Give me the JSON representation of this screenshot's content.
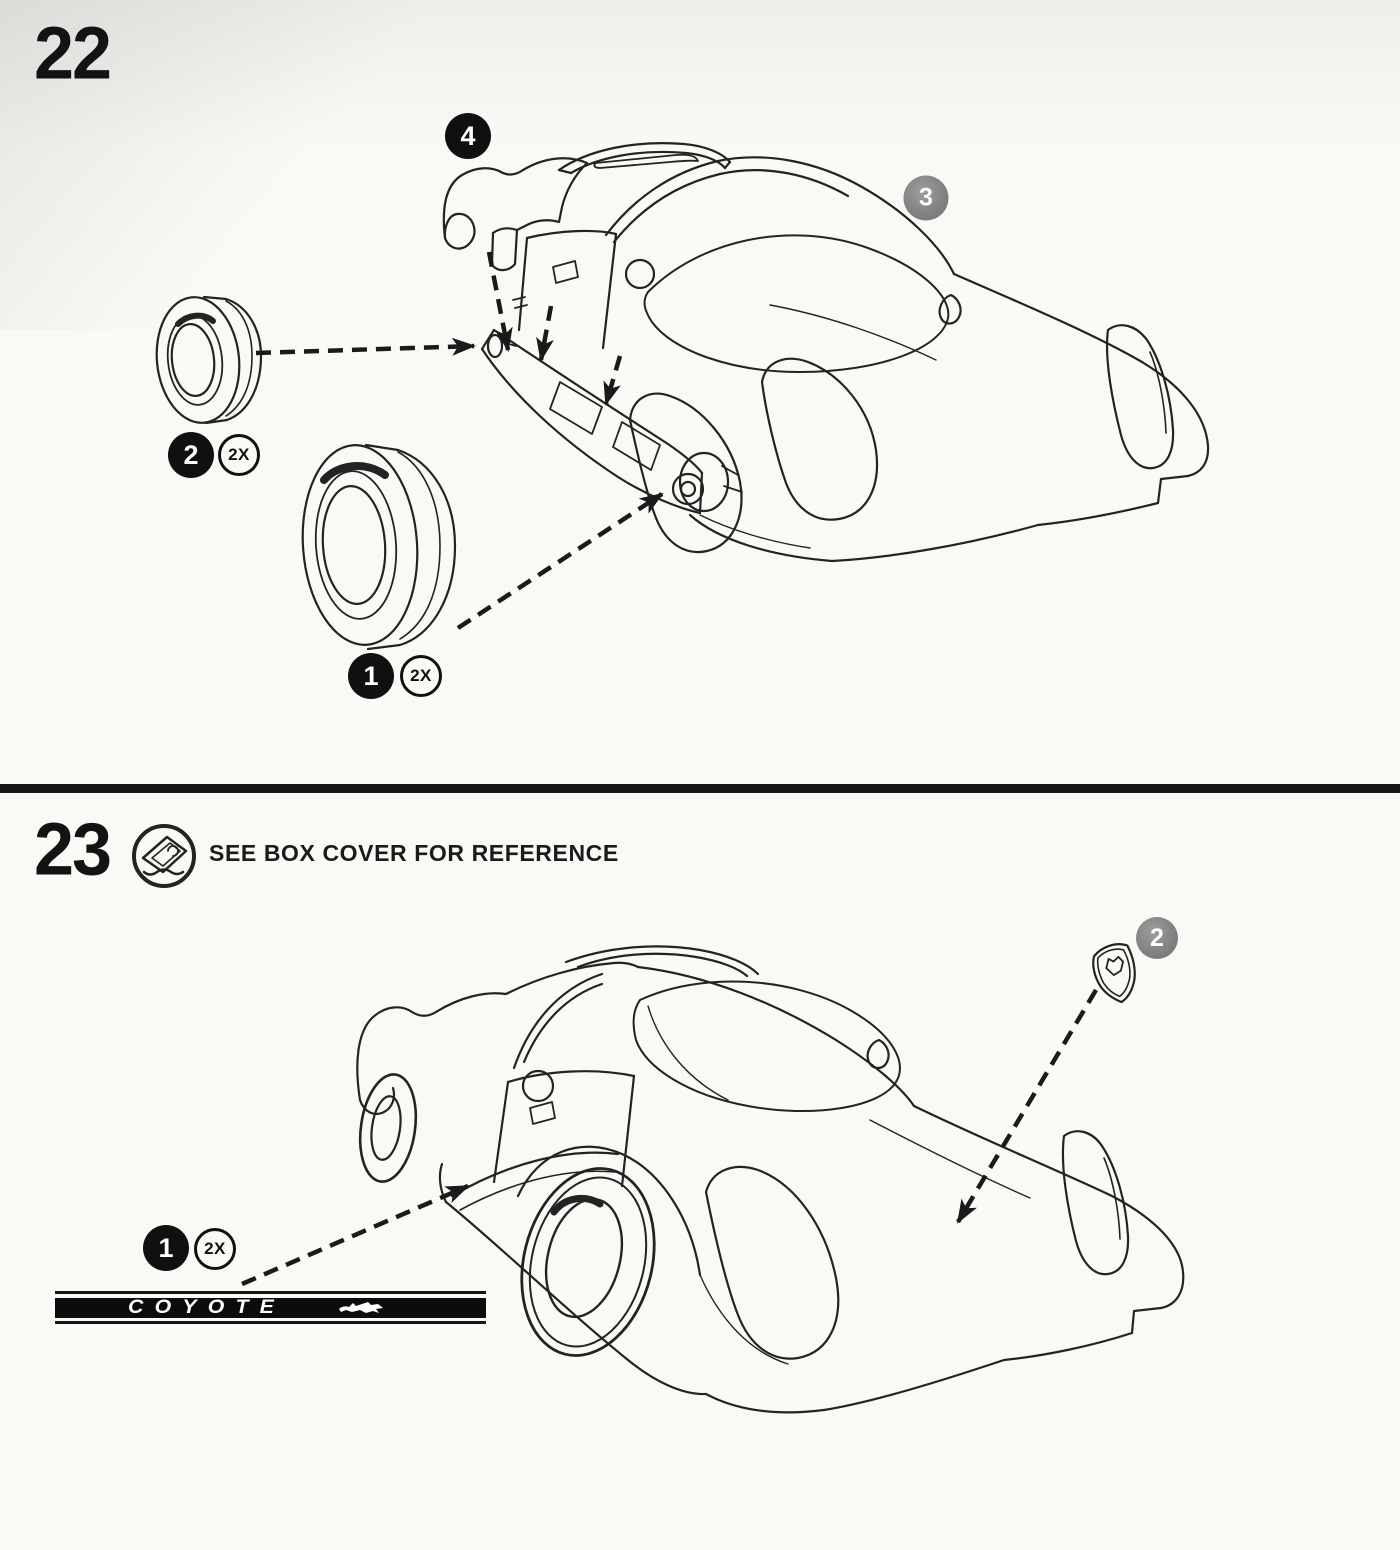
{
  "colors": {
    "paper": "#faf9f6",
    "ink": "#1f1f1f",
    "callout_solid": "#101010",
    "callout_screened": "#8a8a8a",
    "decal_band": "#0c0c0c",
    "divider": "#171717"
  },
  "step22": {
    "number": "22",
    "callout4": "4",
    "callout3": "3",
    "part2": {
      "id": "2",
      "qty": "2X",
      "depicts": "narrow front tire"
    },
    "part1": {
      "id": "1",
      "qty": "2X",
      "depicts": "wide rear tire"
    }
  },
  "step23": {
    "number": "23",
    "note": "SEE BOX COVER FOR REFERENCE",
    "callout2": "2",
    "part1": {
      "id": "1",
      "qty": "2X",
      "depicts": "Coyote side stripe decal"
    },
    "decal_text": "COYOTE"
  },
  "icons": {
    "header_icon": "decal-application-icon",
    "emblem_icon": "coyote-shield-emblem",
    "decal_glyph": "running-coyote-silhouette"
  }
}
